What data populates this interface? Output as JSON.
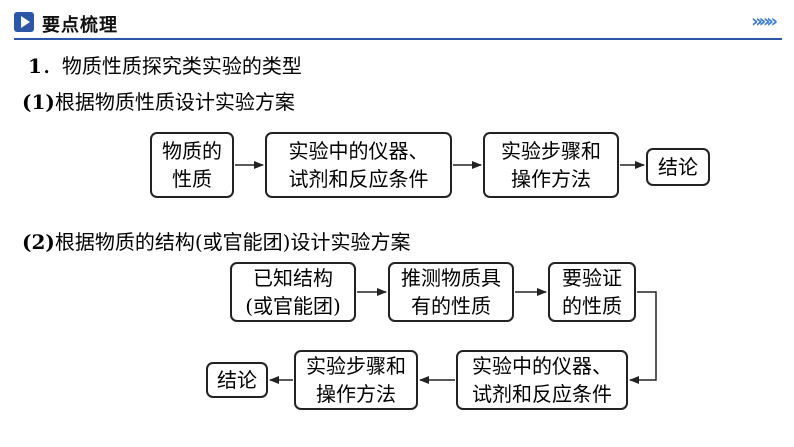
{
  "header": {
    "title": "要点梳理",
    "chevrons": "»»»"
  },
  "heading1": {
    "num": "1",
    "text": "．物质性质探究类实验的类型"
  },
  "heading2": {
    "num": "(1)",
    "text": "根据物质性质设计实验方案"
  },
  "heading3": {
    "num": "(2)",
    "text": "根据物质的结构(或官能团)设计实验方案"
  },
  "flow1": [
    {
      "line1": "物质的",
      "line2": "性质"
    },
    {
      "line1": "实验中的仪器、",
      "line2": "试剂和反应条件"
    },
    {
      "line1": "实验步骤和",
      "line2": "操作方法"
    },
    {
      "line1": "结论",
      "line2": ""
    }
  ],
  "flow2": [
    {
      "line1": "已知结构",
      "line2": "(或官能团)"
    },
    {
      "line1": "推测物质具",
      "line2": "有的性质"
    },
    {
      "line1": "要验证",
      "line2": "的性质"
    },
    {
      "line1": "实验中的仪器、",
      "line2": "试剂和反应条件"
    },
    {
      "line1": "实验步骤和",
      "line2": "操作方法"
    },
    {
      "line1": "结论",
      "line2": ""
    }
  ]
}
